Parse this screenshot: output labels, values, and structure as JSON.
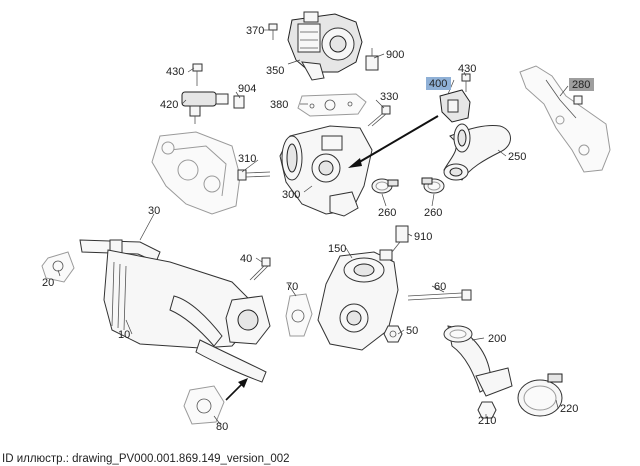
{
  "callouts": {
    "c10": "10",
    "c20": "20",
    "c30": "30",
    "c40": "40",
    "c50": "50",
    "c60": "60",
    "c70": "70",
    "c80": "80",
    "c150": "150",
    "c200": "200",
    "c210": "210",
    "c220": "220",
    "c250": "250",
    "c260a": "260",
    "c260b": "260",
    "c280": "280",
    "c300": "300",
    "c310": "310",
    "c330": "330",
    "c350": "350",
    "c370": "370",
    "c380": "380",
    "c400": "400",
    "c420": "420",
    "c430a": "430",
    "c430b": "430",
    "c900": "900",
    "c904": "904",
    "c910": "910"
  },
  "highlights": {
    "c400": "#8fb0d6",
    "c280": "#9e9e9e"
  },
  "footer": "ID иллюстр.: drawing_PV000.001.869.149_version_002"
}
